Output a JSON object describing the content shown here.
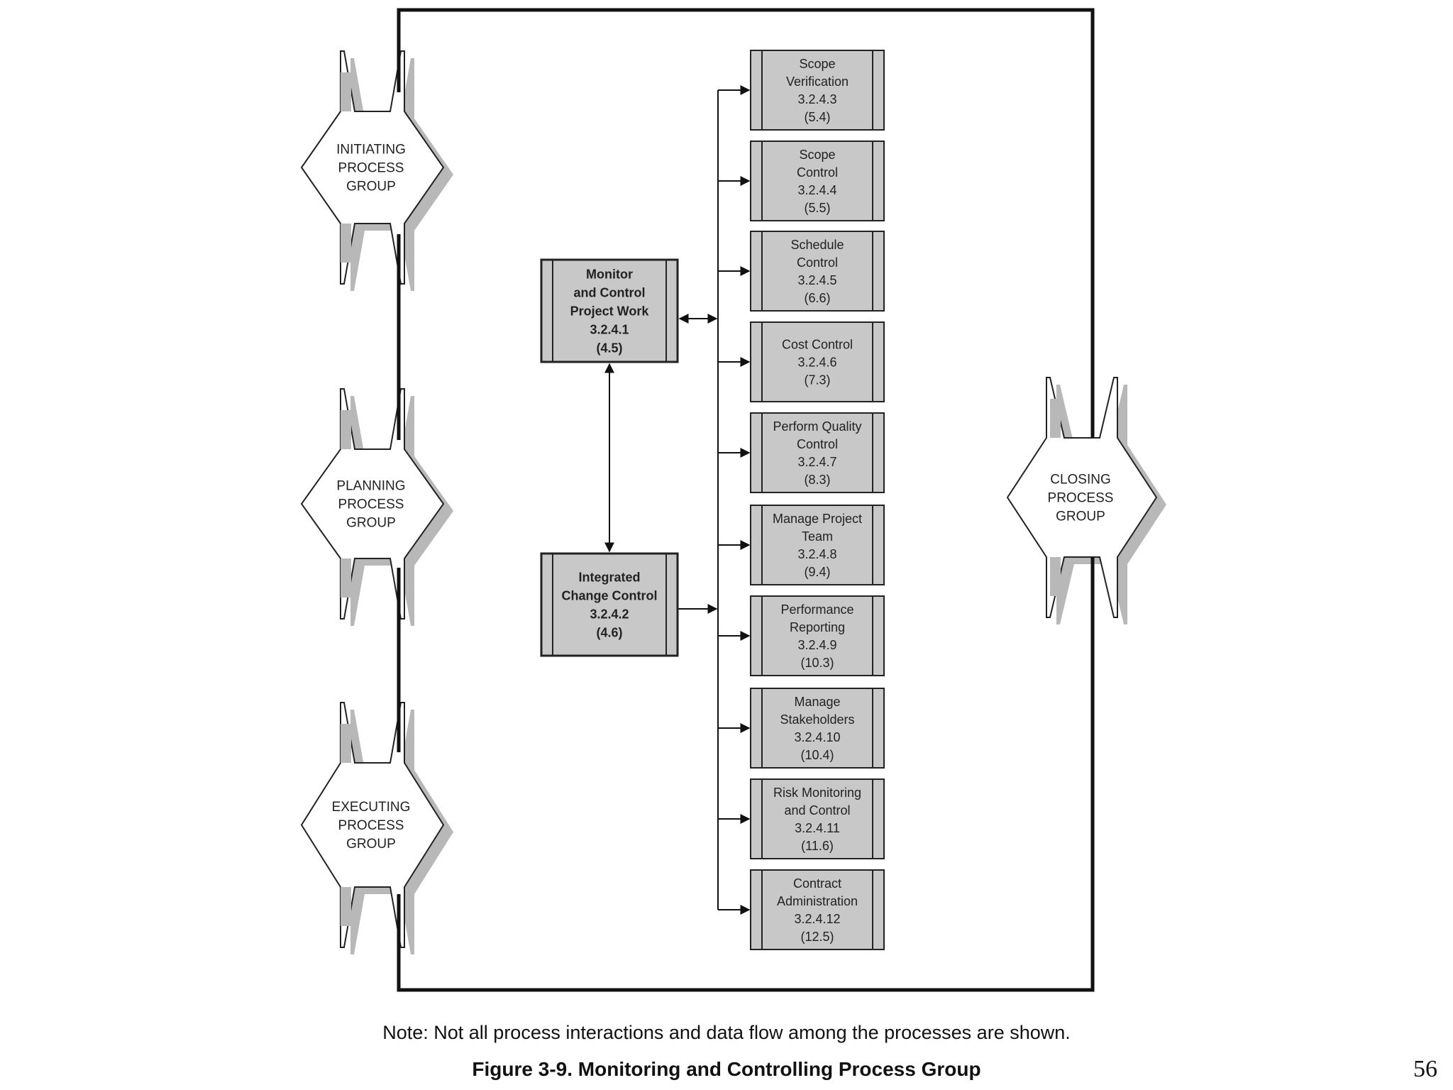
{
  "process_groups": {
    "initiating": [
      "INITIATING",
      "PROCESS",
      "GROUP"
    ],
    "planning": [
      "PLANNING",
      "PROCESS",
      "GROUP"
    ],
    "executing": [
      "EXECUTING",
      "PROCESS",
      "GROUP"
    ],
    "closing": [
      "CLOSING",
      "PROCESS",
      "GROUP"
    ]
  },
  "main_processes": {
    "monitor_control": [
      "Monitor",
      "and Control",
      "Project Work",
      "3.2.4.1",
      "(4.5)"
    ],
    "integrated_change": [
      "Integrated",
      "Change Control",
      "3.2.4.2",
      "(4.6)"
    ]
  },
  "sub_processes": [
    [
      "Scope",
      "Verification",
      "3.2.4.3",
      "(5.4)"
    ],
    [
      "Scope",
      "Control",
      "3.2.4.4",
      "(5.5)"
    ],
    [
      "Schedule",
      "Control",
      "3.2.4.5",
      "(6.6)"
    ],
    [
      "Cost Control",
      "3.2.4.6",
      "(7.3)"
    ],
    [
      "Perform Quality",
      "Control",
      "3.2.4.7",
      "(8.3)"
    ],
    [
      "Manage Project",
      "Team",
      "3.2.4.8",
      "(9.4)"
    ],
    [
      "Performance",
      "Reporting",
      "3.2.4.9",
      "(10.3)"
    ],
    [
      "Manage",
      "Stakeholders",
      "3.2.4.10",
      "(10.4)"
    ],
    [
      "Risk Monitoring",
      "and Control",
      "3.2.4.11",
      "(11.6)"
    ],
    [
      "Contract",
      "Administration",
      "3.2.4.12",
      "(12.5)"
    ]
  ],
  "note": "Note: Not all process interactions and data flow among the processes are shown.",
  "caption": "Figure 3-9. Monitoring and Controlling Process Group",
  "page_number": "56"
}
